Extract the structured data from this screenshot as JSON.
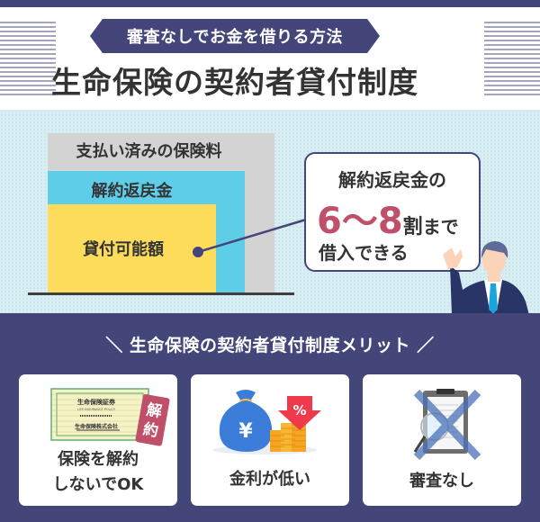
{
  "header": {
    "banner_text": "審査なしでお金を借りる方法",
    "title": "生命保険の契約者貸付制度"
  },
  "diagram": {
    "outer_label": "支払い済みの保険料",
    "middle_label": "解約返戻金",
    "inner_label": "貸付可能額",
    "colors": {
      "outer": "#d3d3d3",
      "middle": "#5ecde8",
      "inner": "#fedc5b",
      "accent": "#44467a",
      "highlight": "#c0506a"
    }
  },
  "bubble": {
    "line1": "解約返戻金の",
    "ratio": "6〜8",
    "line2_suffix_kanji": "割",
    "line2_suffix": "まで",
    "line3": "借入できる"
  },
  "merits": {
    "title": "＼ 生命保険の契約者貸付制度メリット ／",
    "cards": [
      {
        "icon": "insurance-certificate-icon",
        "certificate_title": "生命保険証券",
        "certificate_sub": "LIFE INSURANCE POLICY",
        "certificate_company": "生命保険株式会社",
        "tag": "解約",
        "label_line1": "保険を解約",
        "label_line2": "しないでOK"
      },
      {
        "icon": "money-bag-low-interest-icon",
        "bag_symbol": "¥",
        "arrow_symbol": "%",
        "label_line1": "金利が低い"
      },
      {
        "icon": "no-screening-icon",
        "label_line1": "審査なし"
      }
    ]
  }
}
